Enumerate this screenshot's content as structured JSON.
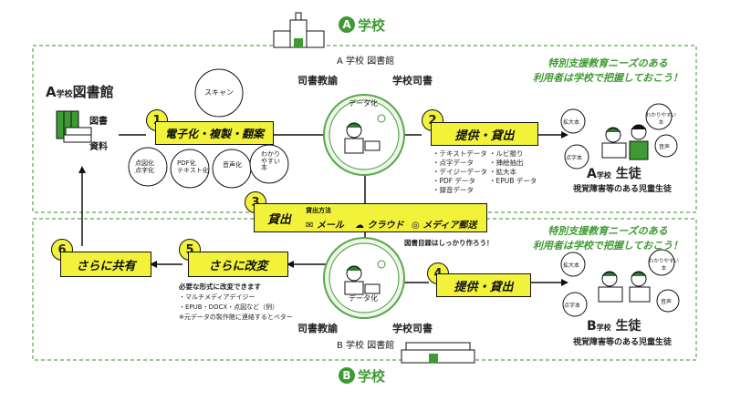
{
  "school_a": {
    "badge": "A",
    "label": "学校",
    "library_prefix": "A",
    "library_sub": "学校",
    "library": "図書館",
    "library_top": "A 学校 図書館"
  },
  "school_b": {
    "badge": "B",
    "label": "学校",
    "library_bottom": "B 学校 図書館"
  },
  "roles": {
    "teacher_librarian": "司書教諭",
    "school_librarian": "学校司書"
  },
  "materials": {
    "line1": "図書",
    "line2": "資料"
  },
  "step1": {
    "num": "1",
    "label": "電子化・複製・翻案"
  },
  "step1_bubbles": {
    "scan": "スキャン",
    "braille": "点図化\n点字化",
    "pdf": "PDF化\nテキスト化",
    "audio": "音声化",
    "easy": "わかり\nやすい\n本"
  },
  "digitize": "データ化",
  "step2": {
    "num": "2",
    "label": "提供・貸出"
  },
  "formats": [
    "・テキストデータ",
    "・点字データ",
    "・デイジーデータ",
    "・PDF データ",
    "・録音データ",
    "・ルビ振り",
    "・挿絵抽出",
    "・拡大本",
    "・EPUB データ"
  ],
  "needs_note": "特別支援教育ニーズのある\n利用者は学校で把握しておこう！",
  "student_a": {
    "prefix": "A",
    "sub": "学校",
    "main": "生徒",
    "desc": "視覚障害等のある児童生徒"
  },
  "student_bubbles": {
    "large": "拡大本",
    "braille": "点字本",
    "easy": "わかりやすい\n本",
    "audio": "音声"
  },
  "step3": {
    "num": "3",
    "label": "貸出",
    "method_label": "貸出方法",
    "methods": [
      "メール",
      "クラウド",
      "メディア郵送"
    ]
  },
  "catalog_note": "図書目録はしっかり作ろう！",
  "step4": {
    "num": "4",
    "label": "提供・貸出"
  },
  "step5": {
    "num": "5",
    "label": "さらに改変",
    "note_title": "必要な形式に改変できます",
    "note_items": [
      "・マルチメディアデイジー",
      "・EPUB・DOCX・点図など（例）",
      "※元データの製作館に連絡するとベター"
    ]
  },
  "step6": {
    "num": "6",
    "label": "さらに共有"
  },
  "student_b": {
    "prefix": "B",
    "sub": "学校",
    "main": "生徒",
    "desc": "視覚障害等のある児童生徒"
  },
  "colors": {
    "accent": "#f2f23a",
    "green": "#3e9a33",
    "dash": "#5aa64d",
    "ink": "#111111"
  }
}
